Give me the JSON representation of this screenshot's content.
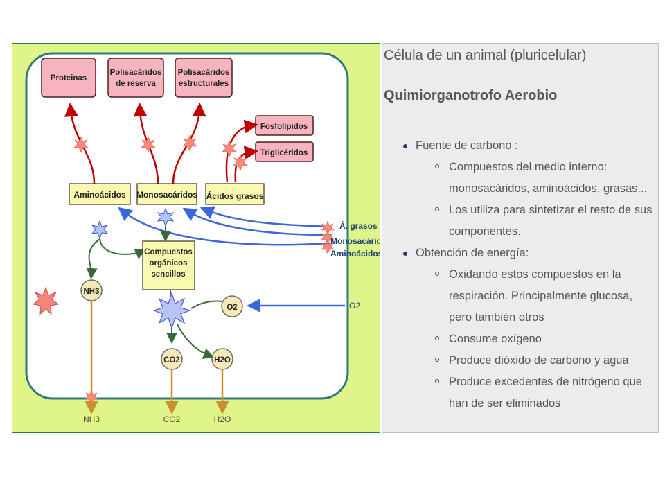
{
  "diagram": {
    "products": {
      "proteinas": "Proteinas",
      "polisacaridos_reserva_1": "Polisacáridos",
      "polisacaridos_reserva_2": "de reserva",
      "polisacaridos_estructurales_1": "Polisacáridos",
      "polisacaridos_estructurales_2": "estructurales",
      "fosfolipidos": "Fosfolípidos",
      "trigliceridos": "Triglicéridos"
    },
    "monomers": {
      "aminoacidos": "Aminoácidos",
      "monosacaridos": "Monosacáridos",
      "acidos_grasos": "Ácidos grasos"
    },
    "compuestos": {
      "line1": "Compuestos",
      "line2": "orgánicos",
      "line3": "sencillos"
    },
    "inputs": {
      "a_grasos": "Á. grasos",
      "monosacarido": "Monosacárido",
      "aminoacidos": "Aminoácidos",
      "o2_external": "O2"
    },
    "circles": {
      "nh3": "NH3",
      "o2": "O2",
      "co2": "CO2",
      "h2o": "H2O"
    },
    "outputs": {
      "nh3": "NH3",
      "co2": "CO2",
      "h2o": "H2O"
    },
    "colors": {
      "panel_bg": "#dff58a",
      "cell_border": "#2e7a7a",
      "product_fill": "#f7b4bf",
      "monomer_fill": "#fbf8b0",
      "red_arrow": "#c00000",
      "blue_arrow": "#3a68d8",
      "green_arrow": "#3a6a3a",
      "output_arrow": "#c8922a"
    }
  },
  "text_panel": {
    "title": "Célula de un animal (pluricelular)",
    "subtitle": "Quimiorganotrofo Aerobio",
    "items": [
      {
        "label": "Fuente de carbono :",
        "subitems": [
          "Compuestos del medio interno: monosacáridos, aminoácidos, grasas...",
          "Los utiliza para sintetizar el resto de sus componentes."
        ]
      },
      {
        "label": "Obtención de energía:",
        "subitems": [
          "Oxidando estos compuestos en la respiración. Principalmente glucosa, pero también otros",
          "Consume oxígeno",
          "Produce dióxido de carbono y agua",
          "Produce excedentes de nitrógeno que han de ser eliminados"
        ]
      }
    ]
  }
}
